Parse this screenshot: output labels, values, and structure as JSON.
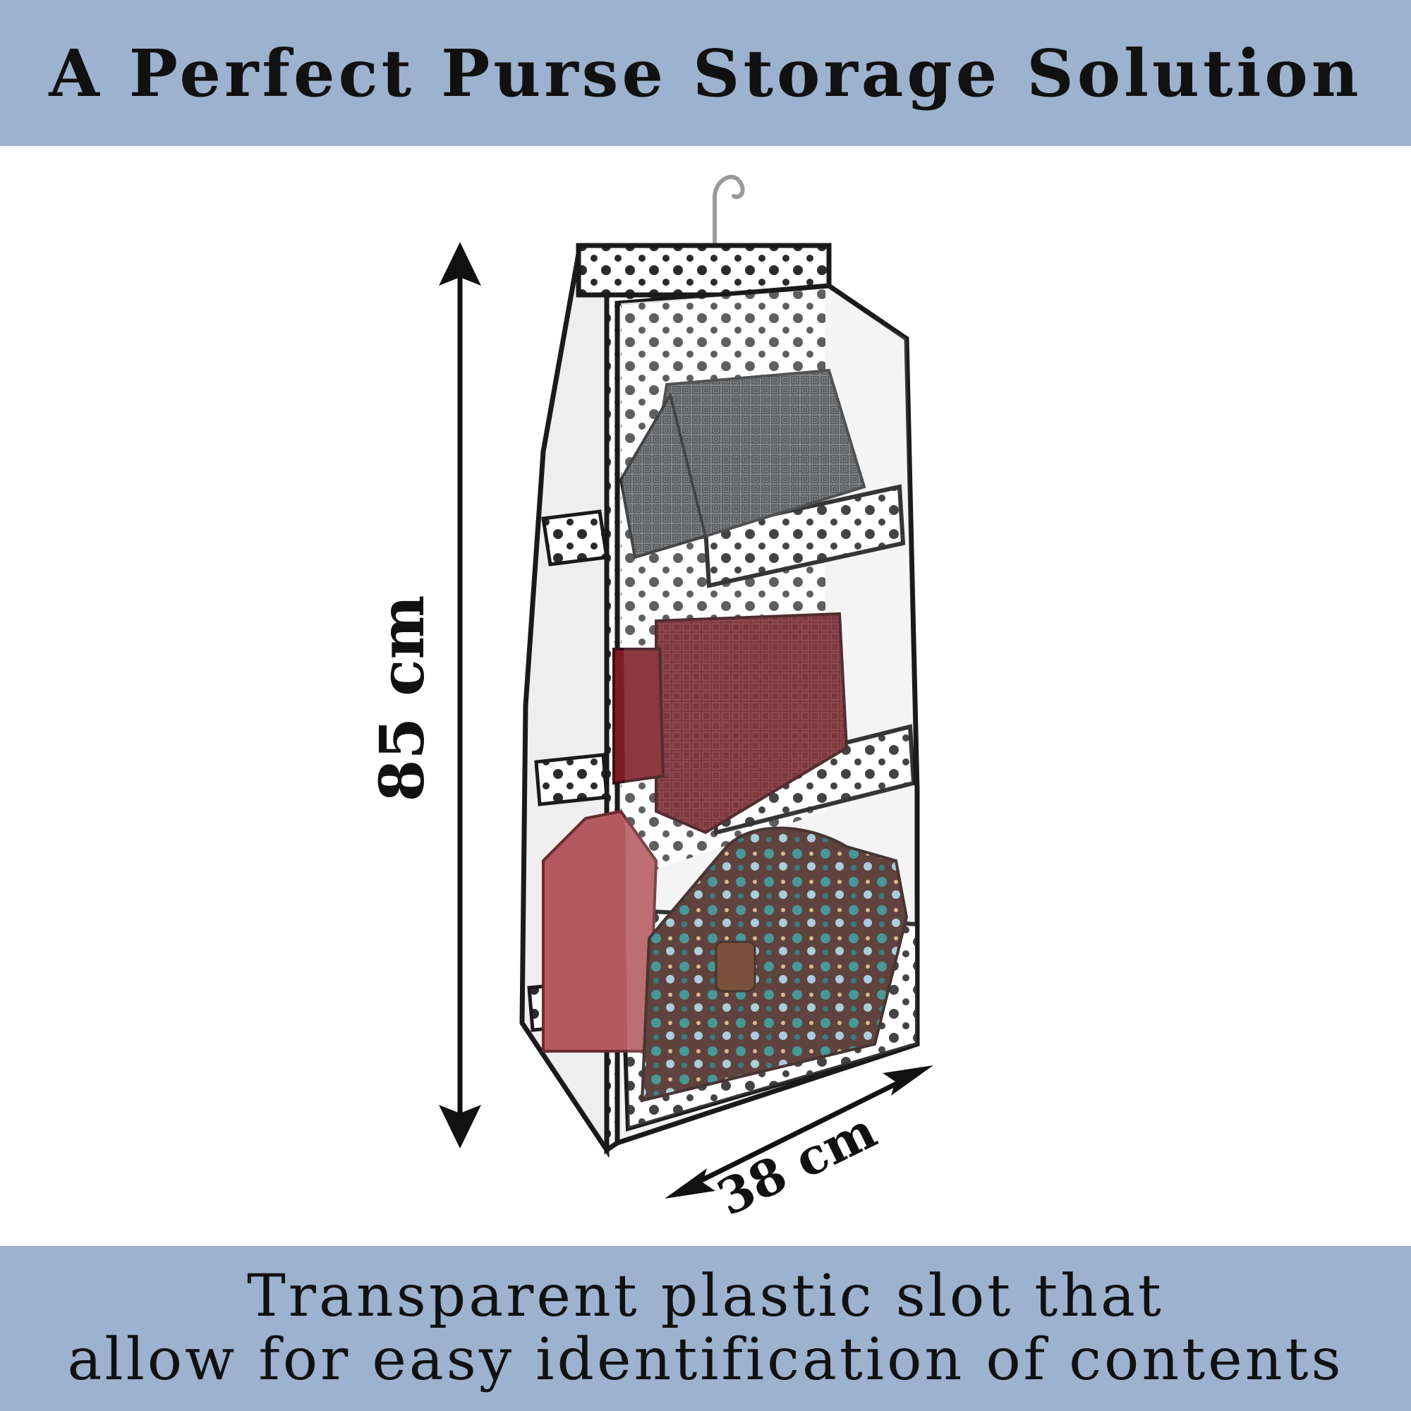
{
  "colors": {
    "banner": "#9cb2cf",
    "text": "#111111",
    "background": "#ffffff",
    "organizer_trim": "#1a1a1a",
    "polka_dot": "#2b2b2b"
  },
  "header": {
    "title": "A Perfect Purse Storage Solution"
  },
  "dimensions": {
    "height_label": "85 cm",
    "width_label": "38 cm"
  },
  "footer": {
    "line1": "Transparent plastic slot that",
    "line2": "allow for easy identification of contents"
  },
  "product": {
    "name_icon": "hanging-purse-organizer",
    "items": [
      "grey-clutch-icon",
      "maroon-pouch-icon",
      "pink-purse-icon",
      "floral-handbag-icon"
    ]
  }
}
